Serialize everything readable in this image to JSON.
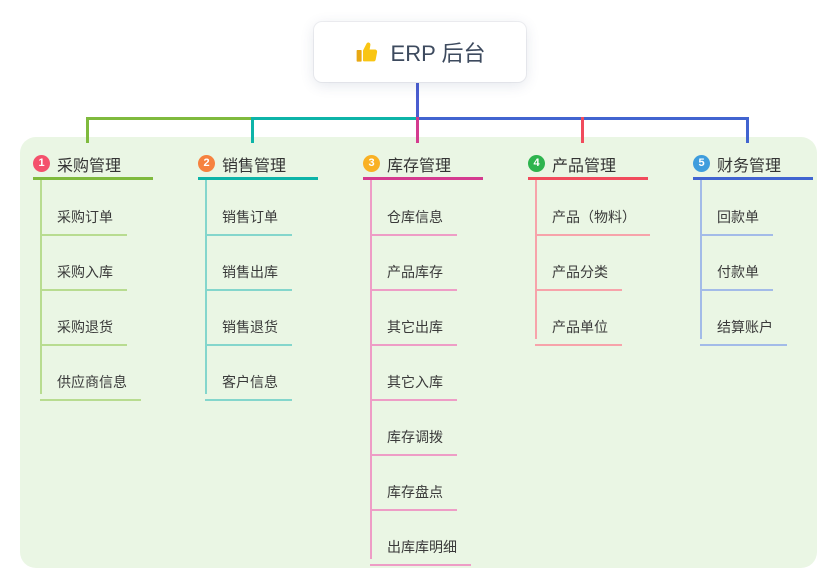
{
  "root": {
    "label": "ERP 后台",
    "icon": "thumbs-up-icon",
    "icon_color": "#f9c513",
    "text_color": "#3d4a5e"
  },
  "canvas": {
    "background": "#ffffff",
    "panel_background": "#eaf6e4",
    "stem_color": "#4a5dd0"
  },
  "branches": [
    {
      "key": "purchase",
      "badge": "1",
      "label": "采购管理",
      "badge_color": "#f4516c",
      "line_color": "#7fba3d",
      "child_line_color": "#b8dc90",
      "children": [
        "采购订单",
        "采购入库",
        "采购退货",
        "供应商信息"
      ]
    },
    {
      "key": "sales",
      "badge": "2",
      "label": "销售管理",
      "badge_color": "#f6823f",
      "line_color": "#0db4a8",
      "child_line_color": "#84d6cc",
      "children": [
        "销售订单",
        "销售出库",
        "销售退货",
        "客户信息"
      ]
    },
    {
      "key": "inventory",
      "badge": "3",
      "label": "库存管理",
      "badge_color": "#f9b124",
      "line_color": "#d43b8f",
      "child_line_color": "#ee9dc6",
      "children": [
        "仓库信息",
        "产品库存",
        "其它出库",
        "其它入库",
        "库存调拨",
        "库存盘点",
        "出库库明细"
      ]
    },
    {
      "key": "product",
      "badge": "4",
      "label": "产品管理",
      "badge_color": "#2eb44e",
      "line_color": "#f14b5c",
      "child_line_color": "#f7a3aa",
      "children": [
        "产品（物料）",
        "产品分类",
        "产品单位"
      ]
    },
    {
      "key": "finance",
      "badge": "5",
      "label": "财务管理",
      "badge_color": "#3e9ddd",
      "line_color": "#4164d0",
      "child_line_color": "#a3bbe8",
      "children": [
        "回款单",
        "付款单",
        "结算账户"
      ]
    }
  ]
}
